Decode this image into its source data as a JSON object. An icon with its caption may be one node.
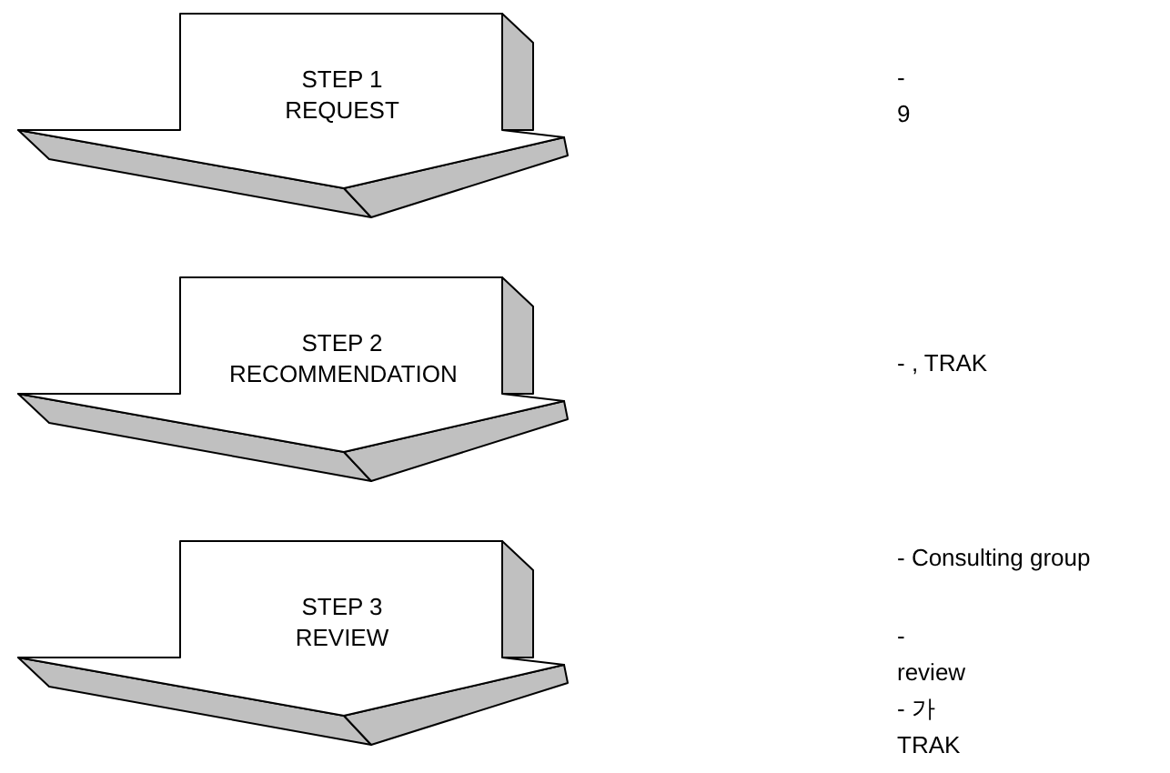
{
  "diagram": {
    "nodes": [
      {
        "text": [
          "STEP 1 REQUEST"
        ]
      },
      {
        "text": [
          "STEP 2 RECOMMENDATION"
        ]
      },
      {
        "text": [
          "STEP 3 REVIEW"
        ]
      }
    ],
    "labels": [
      "- 9",
      "- , TRAK",
      "- Consulting group",
      "- review",
      "- 가 TRAK"
    ]
  }
}
